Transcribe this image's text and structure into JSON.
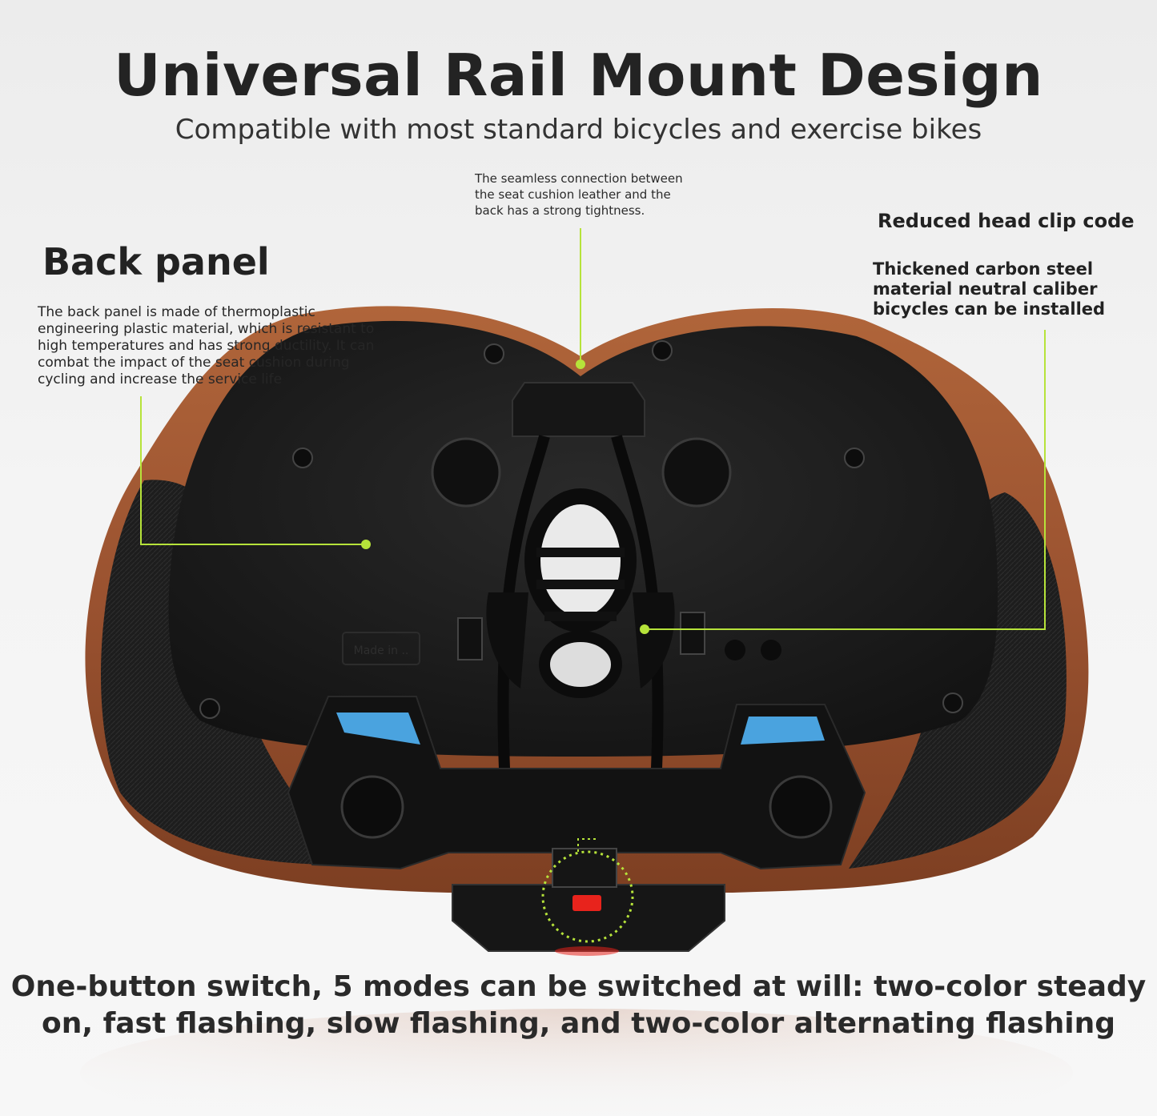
{
  "header": {
    "title": "Universal Rail Mount Design",
    "subtitle": "Compatible with most standard bicycles and exercise bikes"
  },
  "callouts": {
    "seam": {
      "lines": [
        "The seamless connection between",
        "the seat cushion leather and the",
        "back has a strong tightness."
      ]
    },
    "clip": {
      "heading": "Reduced head clip code",
      "lines": [
        "Thickened carbon steel",
        "material neutral caliber",
        "bicycles can be installed"
      ]
    },
    "back_panel": {
      "heading": "Back panel",
      "lines": [
        "The back panel is made of thermoplastic",
        "engineering plastic material, which is resistant to",
        "high temperatures and has strong ductility. It can",
        "combat the impact of the seat cushion during",
        "cycling and increase the service life"
      ]
    }
  },
  "product": {
    "embossed_label": "Made in ..",
    "leather_color": "#9a5230",
    "panel_color": "#1a1a1a",
    "accent_color": "#4aa3df",
    "light_color": "#e8231c",
    "callout_color": "#b6e33a"
  },
  "footer": {
    "lines": [
      "One-button switch, 5 modes can be switched at will: two-color steady",
      "on, fast flashing, slow flashing, and two-color alternating flashing"
    ]
  }
}
